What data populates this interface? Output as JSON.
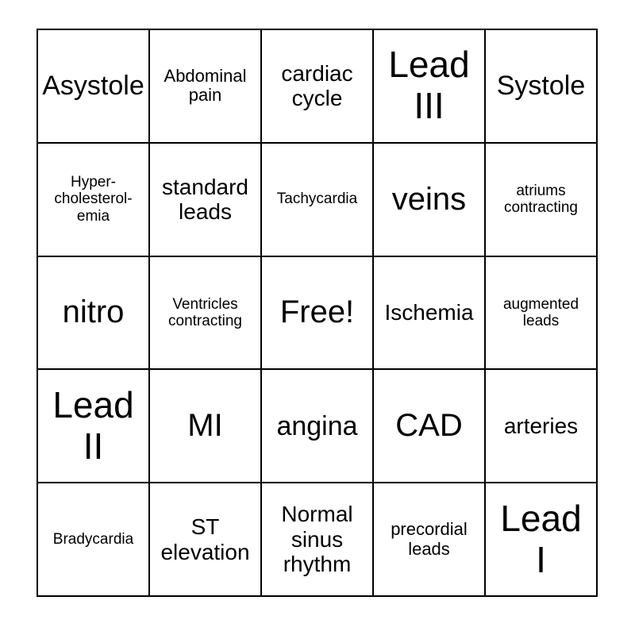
{
  "card": {
    "type": "bingo-card",
    "rows": 5,
    "columns": 5,
    "free_space": {
      "row": 3,
      "column": 3,
      "label": "Free!"
    },
    "colors": {
      "background": "#ffffff",
      "text": "#000000",
      "grid_line": "#000000"
    },
    "cells": [
      [
        {
          "text": "Asystole",
          "size": "lg"
        },
        {
          "text": "Abdominal\npain",
          "size": "sm"
        },
        {
          "text": "cardiac\ncycle",
          "size": "md"
        },
        {
          "text": "Lead\nIII",
          "size": "xxl"
        },
        {
          "text": "Systole",
          "size": "lg"
        }
      ],
      [
        {
          "text": "Hyper-\ncholesterol-\nemia",
          "size": "xs"
        },
        {
          "text": "standard\nleads",
          "size": "md"
        },
        {
          "text": "Tachycardia",
          "size": "xs"
        },
        {
          "text": "veins",
          "size": "xl"
        },
        {
          "text": "atriums\ncontracting",
          "size": "xs"
        }
      ],
      [
        {
          "text": "nitro",
          "size": "xl"
        },
        {
          "text": "Ventricles\ncontracting",
          "size": "xs"
        },
        {
          "text": "Free!",
          "size": "xl"
        },
        {
          "text": "Ischemia",
          "size": "md"
        },
        {
          "text": "augmented\nleads",
          "size": "xs"
        }
      ],
      [
        {
          "text": "Lead\nII",
          "size": "xxl"
        },
        {
          "text": "MI",
          "size": "xl"
        },
        {
          "text": "angina",
          "size": "lg"
        },
        {
          "text": "CAD",
          "size": "xl"
        },
        {
          "text": "arteries",
          "size": "md"
        }
      ],
      [
        {
          "text": "Bradycardia",
          "size": "xs"
        },
        {
          "text": "ST\nelevation",
          "size": "md"
        },
        {
          "text": "Normal\nsinus\nrhythm",
          "size": "md"
        },
        {
          "text": "precordial\nleads",
          "size": "sm"
        },
        {
          "text": "Lead\nI",
          "size": "xxl"
        }
      ]
    ]
  }
}
